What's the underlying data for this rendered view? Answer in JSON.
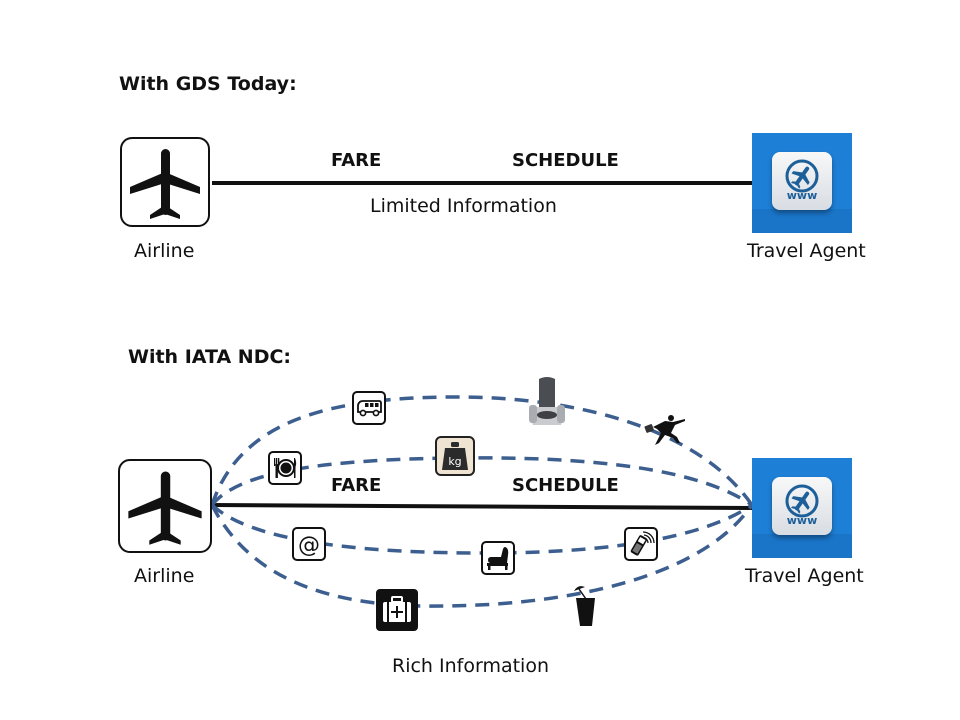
{
  "sections": {
    "gds": {
      "heading": "With GDS Today:",
      "left_node": {
        "label": "Airline",
        "icon": "airplane-icon"
      },
      "right_node": {
        "label": "Travel Agent",
        "icon": "www-airplane-icon"
      },
      "link_labels": [
        "FARE",
        "SCHEDULE"
      ],
      "caption": "Limited Information"
    },
    "ndc": {
      "heading": "With IATA NDC:",
      "left_node": {
        "label": "Airline",
        "icon": "airplane-icon"
      },
      "right_node": {
        "label": "Travel Agent",
        "icon": "www-airplane-icon"
      },
      "link_labels": [
        "FARE",
        "SCHEDULE"
      ],
      "caption": "Rich Information",
      "ancillary_icons": [
        "shuttle-bus-icon",
        "premium-seat-icon",
        "running-businessman-icon",
        "meal-icon",
        "baggage-weight-icon",
        "wifi-email-icon",
        "lounge-seat-icon",
        "mobile-phone-icon",
        "medical-kit-icon",
        "cocktail-icon"
      ]
    }
  },
  "colors": {
    "dashed_line": "#3d5f8f",
    "agent_blue": "#1e7fd6",
    "solid_line": "#111111"
  }
}
